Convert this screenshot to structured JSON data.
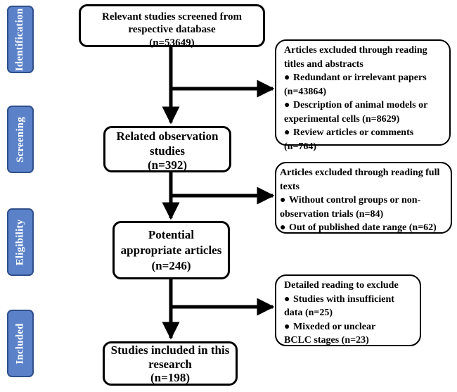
{
  "stages": {
    "identification": "Identification",
    "screening": "Screening",
    "eligibility": "Eligibility",
    "included": "Included"
  },
  "main": {
    "identified": {
      "line1": "Relevant studies screened from",
      "line2": "respective database",
      "count": "(n=53649)"
    },
    "screened": {
      "line1": "Related observation",
      "line2": "studies",
      "count": "(n=392)"
    },
    "eligible": {
      "line1": "Potential",
      "line2": "appropriate articles",
      "count": "(n=246)"
    },
    "included": {
      "line1": "Studies included in this",
      "line2": "research",
      "count": "(n=198)"
    }
  },
  "exclusions": {
    "e1": {
      "heading1": "Articles excluded through reading",
      "heading2": "titles and abstracts",
      "items": [
        {
          "line1": "Redundant or irrelevant papers",
          "line2": "(n=43864)"
        },
        {
          "line1": "Description of animal models or",
          "line2": "experimental cells  (n=8629)"
        },
        {
          "line1": "Review articles or comments",
          "line2": "(n=764)"
        }
      ]
    },
    "e2": {
      "heading1": "Articles excluded through reading full",
      "heading2": "texts",
      "items": [
        {
          "line1": "Without control groups or non-",
          "line2": "observation trials (n=84)"
        },
        {
          "line1": "Out of published date range (n=62)"
        }
      ]
    },
    "e3": {
      "heading1": "Detailed reading to exclude",
      "items": [
        {
          "line1": "Studies with insufficient",
          "line2": "data (n=25)"
        },
        {
          "line1": "Mixeded or unclear",
          "line2": "BCLC stages (n=23)"
        }
      ]
    }
  },
  "bullet": "●"
}
